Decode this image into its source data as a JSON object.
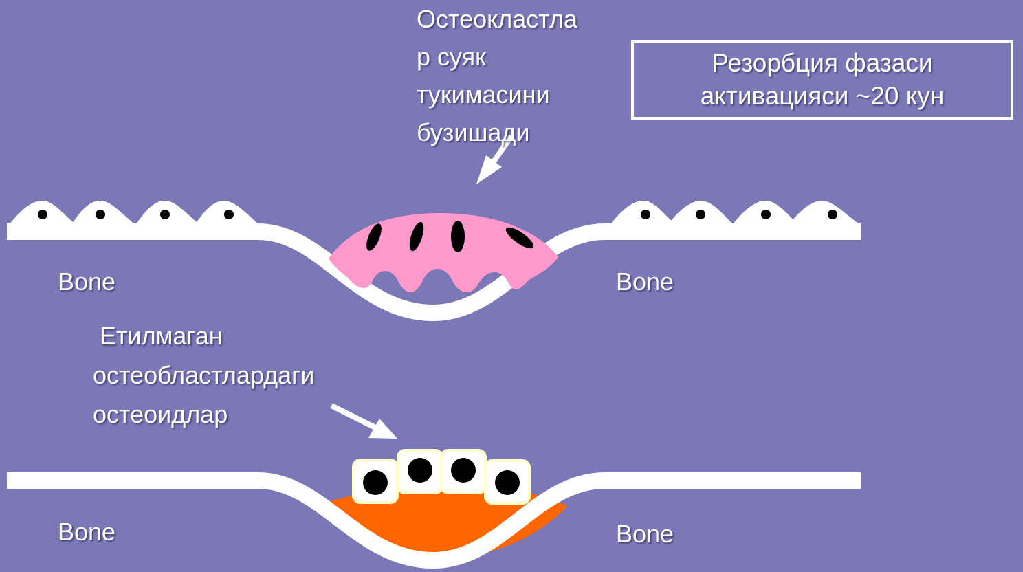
{
  "osteoclast_label": {
    "line1": "Остеокластла",
    "line2": "р суяк",
    "line3": "тукимасини",
    "line4": "бузишади"
  },
  "phase_box": {
    "line1": "Резорбция фазаси",
    "line2": "активацияси ~20 кун"
  },
  "unmineralized_label": {
    "line1": " Етилмаган",
    "line2": "остеобластлардаги",
    "line3": "остеоидлар"
  },
  "bone_labels": [
    "Bone",
    "Bone",
    "Bone",
    "Bone"
  ],
  "colors": {
    "background": "#7b78b8",
    "bone_surface": "#ffffff",
    "osteoclast": "#ff99cc",
    "osteoid": "#ff6600",
    "osteoblast_border": "#ffffcc",
    "nucleus": "#000000"
  }
}
